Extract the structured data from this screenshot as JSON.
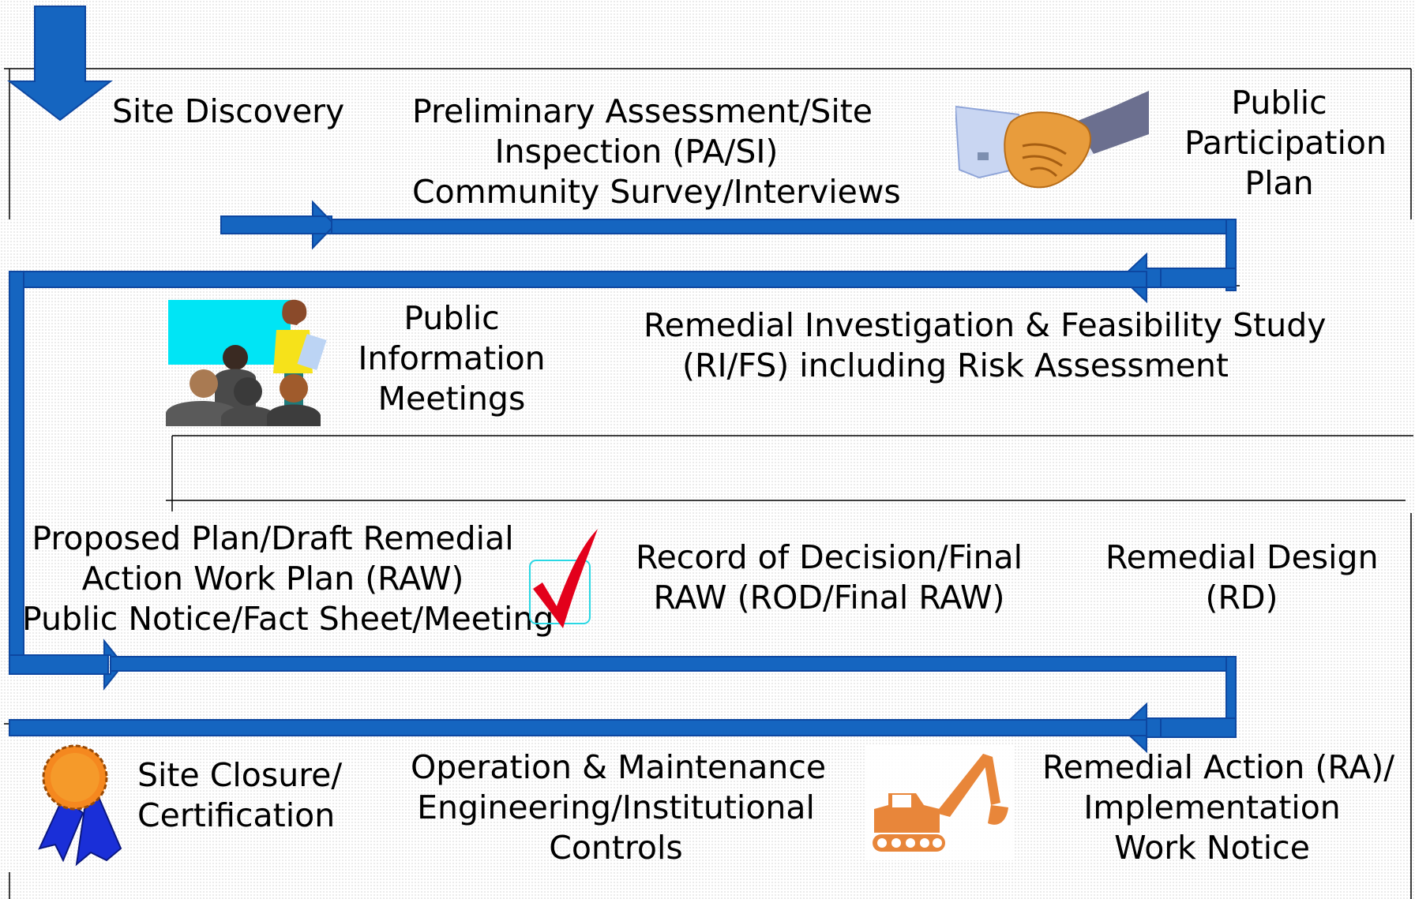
{
  "steps": {
    "site_discovery": "Site Discovery",
    "pa_si": [
      "Preliminary Assessment/Site",
      "Inspection (PA/SI)",
      "Community Survey/Interviews"
    ],
    "participation_plan": [
      "Public",
      "Participation",
      "Plan"
    ],
    "info_meetings": [
      "Public",
      "Information",
      "Meetings"
    ],
    "rifs": [
      "Remedial Investigation & Feasibility Study",
      "(RI/FS) including Risk Assessment"
    ],
    "proposed_plan": [
      "Proposed Plan/Draft Remedial",
      "Action Work Plan (RAW)",
      "Public Notice/Fact Sheet/Meeting"
    ],
    "rod": [
      "Record of Decision/Final",
      "RAW (ROD/Final RAW)"
    ],
    "remedial_design": [
      "Remedial Design",
      "(RD)"
    ],
    "closure": [
      "Site Closure/",
      "Certification"
    ],
    "om": [
      "Operation & Maintenance",
      "Engineering/Institutional",
      "Controls"
    ],
    "remedial_action": [
      "Remedial Action (RA)/",
      "Implementation",
      "Work Notice"
    ]
  },
  "icons": {
    "handshake": "handshake-icon",
    "meeting": "meeting-presentation-icon",
    "checkmark": "red-checkmark-icon",
    "ribbon": "award-ribbon-icon",
    "excavator": "excavator-icon",
    "start_arrow": "down-arrow-icon"
  },
  "colors": {
    "flow_blue": "#1565c0",
    "flow_blue_dark": "#0d47a1",
    "checkmark_red": "#e3001b",
    "excavator_orange": "#e8863a",
    "ribbon_orange": "#f5881f",
    "ribbon_blue": "#1a2fd8",
    "screen_cyan": "#00e5f5"
  }
}
